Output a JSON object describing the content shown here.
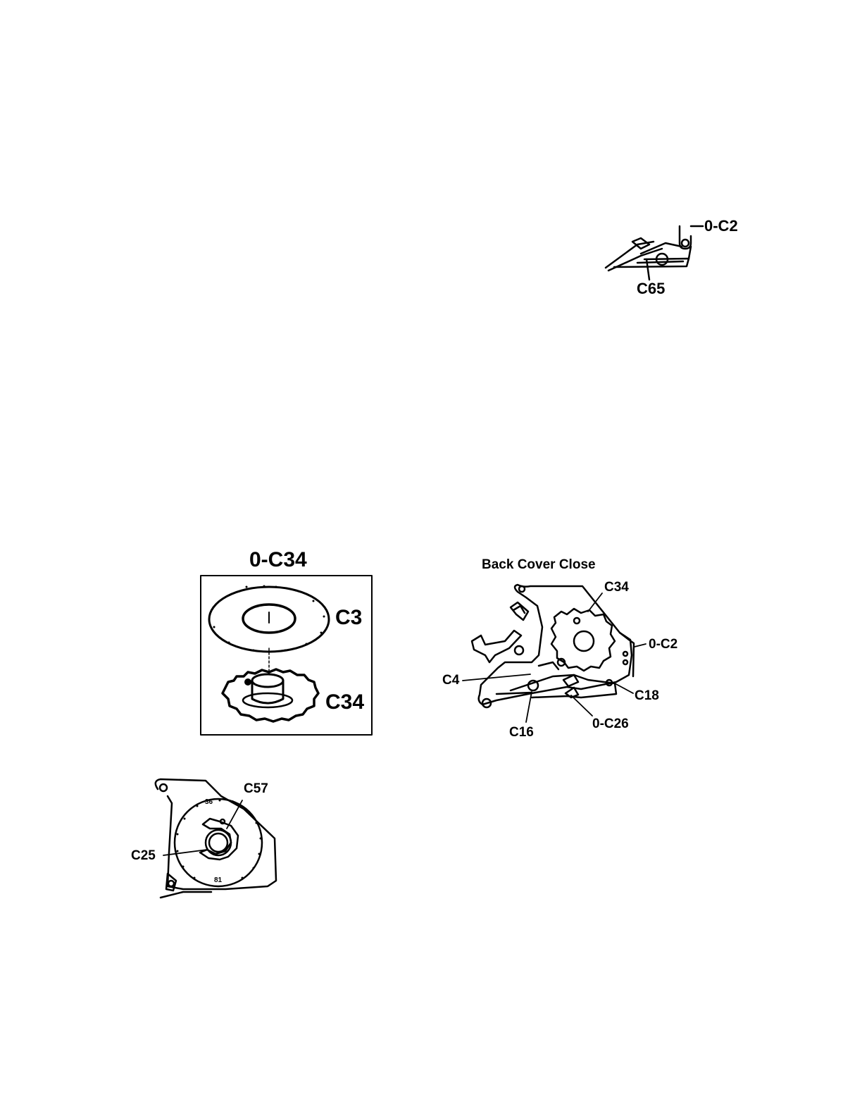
{
  "figure_top_right": {
    "labels": {
      "spring": "0-C2",
      "lever": "C65"
    }
  },
  "figure_gear_assembly": {
    "title": "0-C34",
    "labels": {
      "washer": "C3",
      "gear": "C34"
    }
  },
  "figure_back_cover": {
    "title": "Back Cover Close",
    "labels": {
      "gear": "C34",
      "spring": "0-C2",
      "lever_left": "C4",
      "lever_right": "C18",
      "pin": "C16",
      "spring_lower": "0-C26"
    }
  },
  "figure_counter_dial": {
    "labels": {
      "upper": "C57",
      "left": "C25"
    },
    "dial_marks": [
      "36",
      "81"
    ]
  }
}
